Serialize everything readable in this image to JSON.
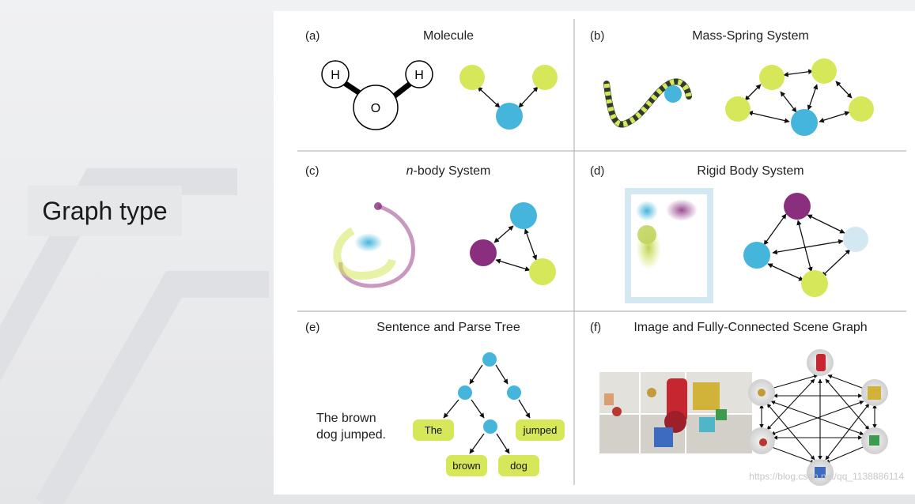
{
  "slide": {
    "title": "Graph type"
  },
  "panels": [
    {
      "letter": "(a)",
      "title": "Molecule",
      "atoms": [
        "H",
        "H",
        "O"
      ]
    },
    {
      "letter": "(b)",
      "title": "Mass-Spring System"
    },
    {
      "letter": "(c)",
      "title_italic": "n",
      "title_rest": "-body System"
    },
    {
      "letter": "(d)",
      "title": "Rigid Body System"
    },
    {
      "letter": "(e)",
      "title": "Sentence and Parse Tree",
      "sentence": [
        "The brown",
        "dog jumped."
      ],
      "leaves": [
        "The",
        "jumped",
        "brown",
        "dog"
      ]
    },
    {
      "letter": "(f)",
      "title": "Image and Fully-Connected Scene Graph"
    }
  ],
  "colors": {
    "yellow": "#d6e85a",
    "blue": "#45b5dc",
    "purple": "#8a2f7e",
    "pale_blue": "#d4e8f2"
  },
  "watermark": "https://blog.csdn.net/qq_1138886114"
}
